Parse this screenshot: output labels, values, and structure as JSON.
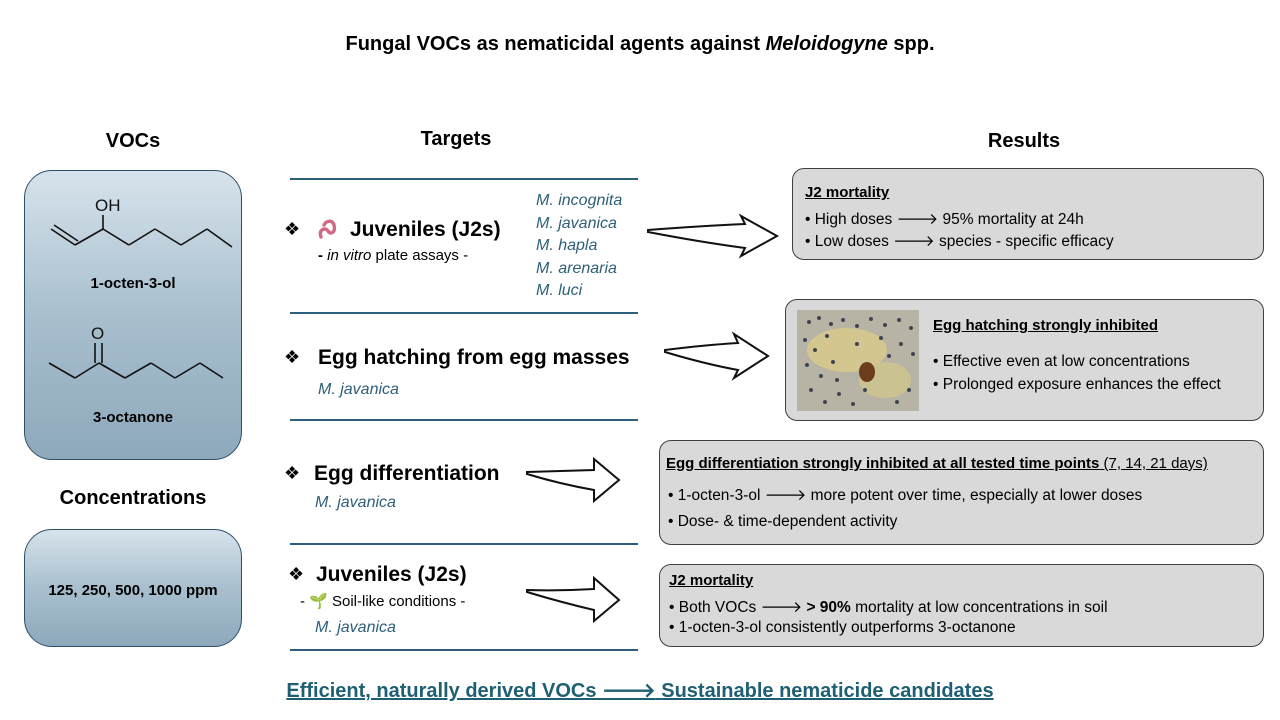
{
  "title": {
    "prefix": "Fungal VOCs as nematicidal agents against ",
    "italic": "Meloidogyne",
    "suffix": " spp."
  },
  "headers": {
    "vocs": "VOCs",
    "targets": "Targets",
    "results": "Results",
    "concentrations": "Concentrations"
  },
  "vocs": {
    "compound1": {
      "label": "1-octen-3-ol",
      "group": "OH"
    },
    "compound2": {
      "label": "3-octanone",
      "group": "O"
    }
  },
  "concentrations": "125, 250, 500, 1000 ppm",
  "targets": [
    {
      "bullet": "❖",
      "title": "Juveniles (J2s)",
      "sub_prefix": "- ",
      "sub_italic": "in vitro",
      "sub_suffix": " plate assays -",
      "species": [
        "M. incognita",
        "M. javanica",
        "M. hapla",
        "M. arenaria",
        "M. luci"
      ],
      "icon": "nematode-icon"
    },
    {
      "bullet": "❖",
      "title": "Egg hatching from egg masses",
      "species": [
        "M. javanica"
      ]
    },
    {
      "bullet": "❖",
      "title": "Egg differentiation",
      "species": [
        "M. javanica"
      ]
    },
    {
      "bullet": "❖",
      "title": "Juveniles (J2s)",
      "sub": "- 🌱 Soil-like conditions -",
      "species": [
        "M. javanica"
      ],
      "icon": "seedling-icon"
    }
  ],
  "results": [
    {
      "heading": "J2 mortality",
      "lines": [
        "• High doses 🡒 95% mortality at 24h",
        "• Low doses 🡒 species - specific efficacy"
      ]
    },
    {
      "heading": "Egg hatching strongly inhibited",
      "lines": [
        "• Effective even at low concentrations",
        "• Prolonged exposure enhances the effect"
      ],
      "image": "egg-mass-photo"
    },
    {
      "heading": "Egg differentiation strongly inhibited at all tested time points",
      "heading_suffix": " (7, 14, 21 days)",
      "lines": [
        "• 1-octen-3-ol 🡒 more potent over time, especially at lower doses",
        "• Dose- & time-dependent activity"
      ]
    },
    {
      "heading": "J2 mortality",
      "lines_rich": [
        {
          "pre": "• Both VOCs 🡒 ",
          "bold": "> 90%",
          "post": " mortality at low concentrations in soil"
        }
      ],
      "lines": [
        "• 1-octen-3-ol consistently outperforms 3-octanone"
      ]
    }
  ],
  "footer": {
    "left": "Efficient, naturally derived VOCs",
    "arrow": "🡒",
    "right": "Sustainable nematicide candidates"
  },
  "colors": {
    "accent": "#2e5f7a",
    "panel_border": "#2f4f66",
    "result_bg": "#d9d9d9"
  }
}
